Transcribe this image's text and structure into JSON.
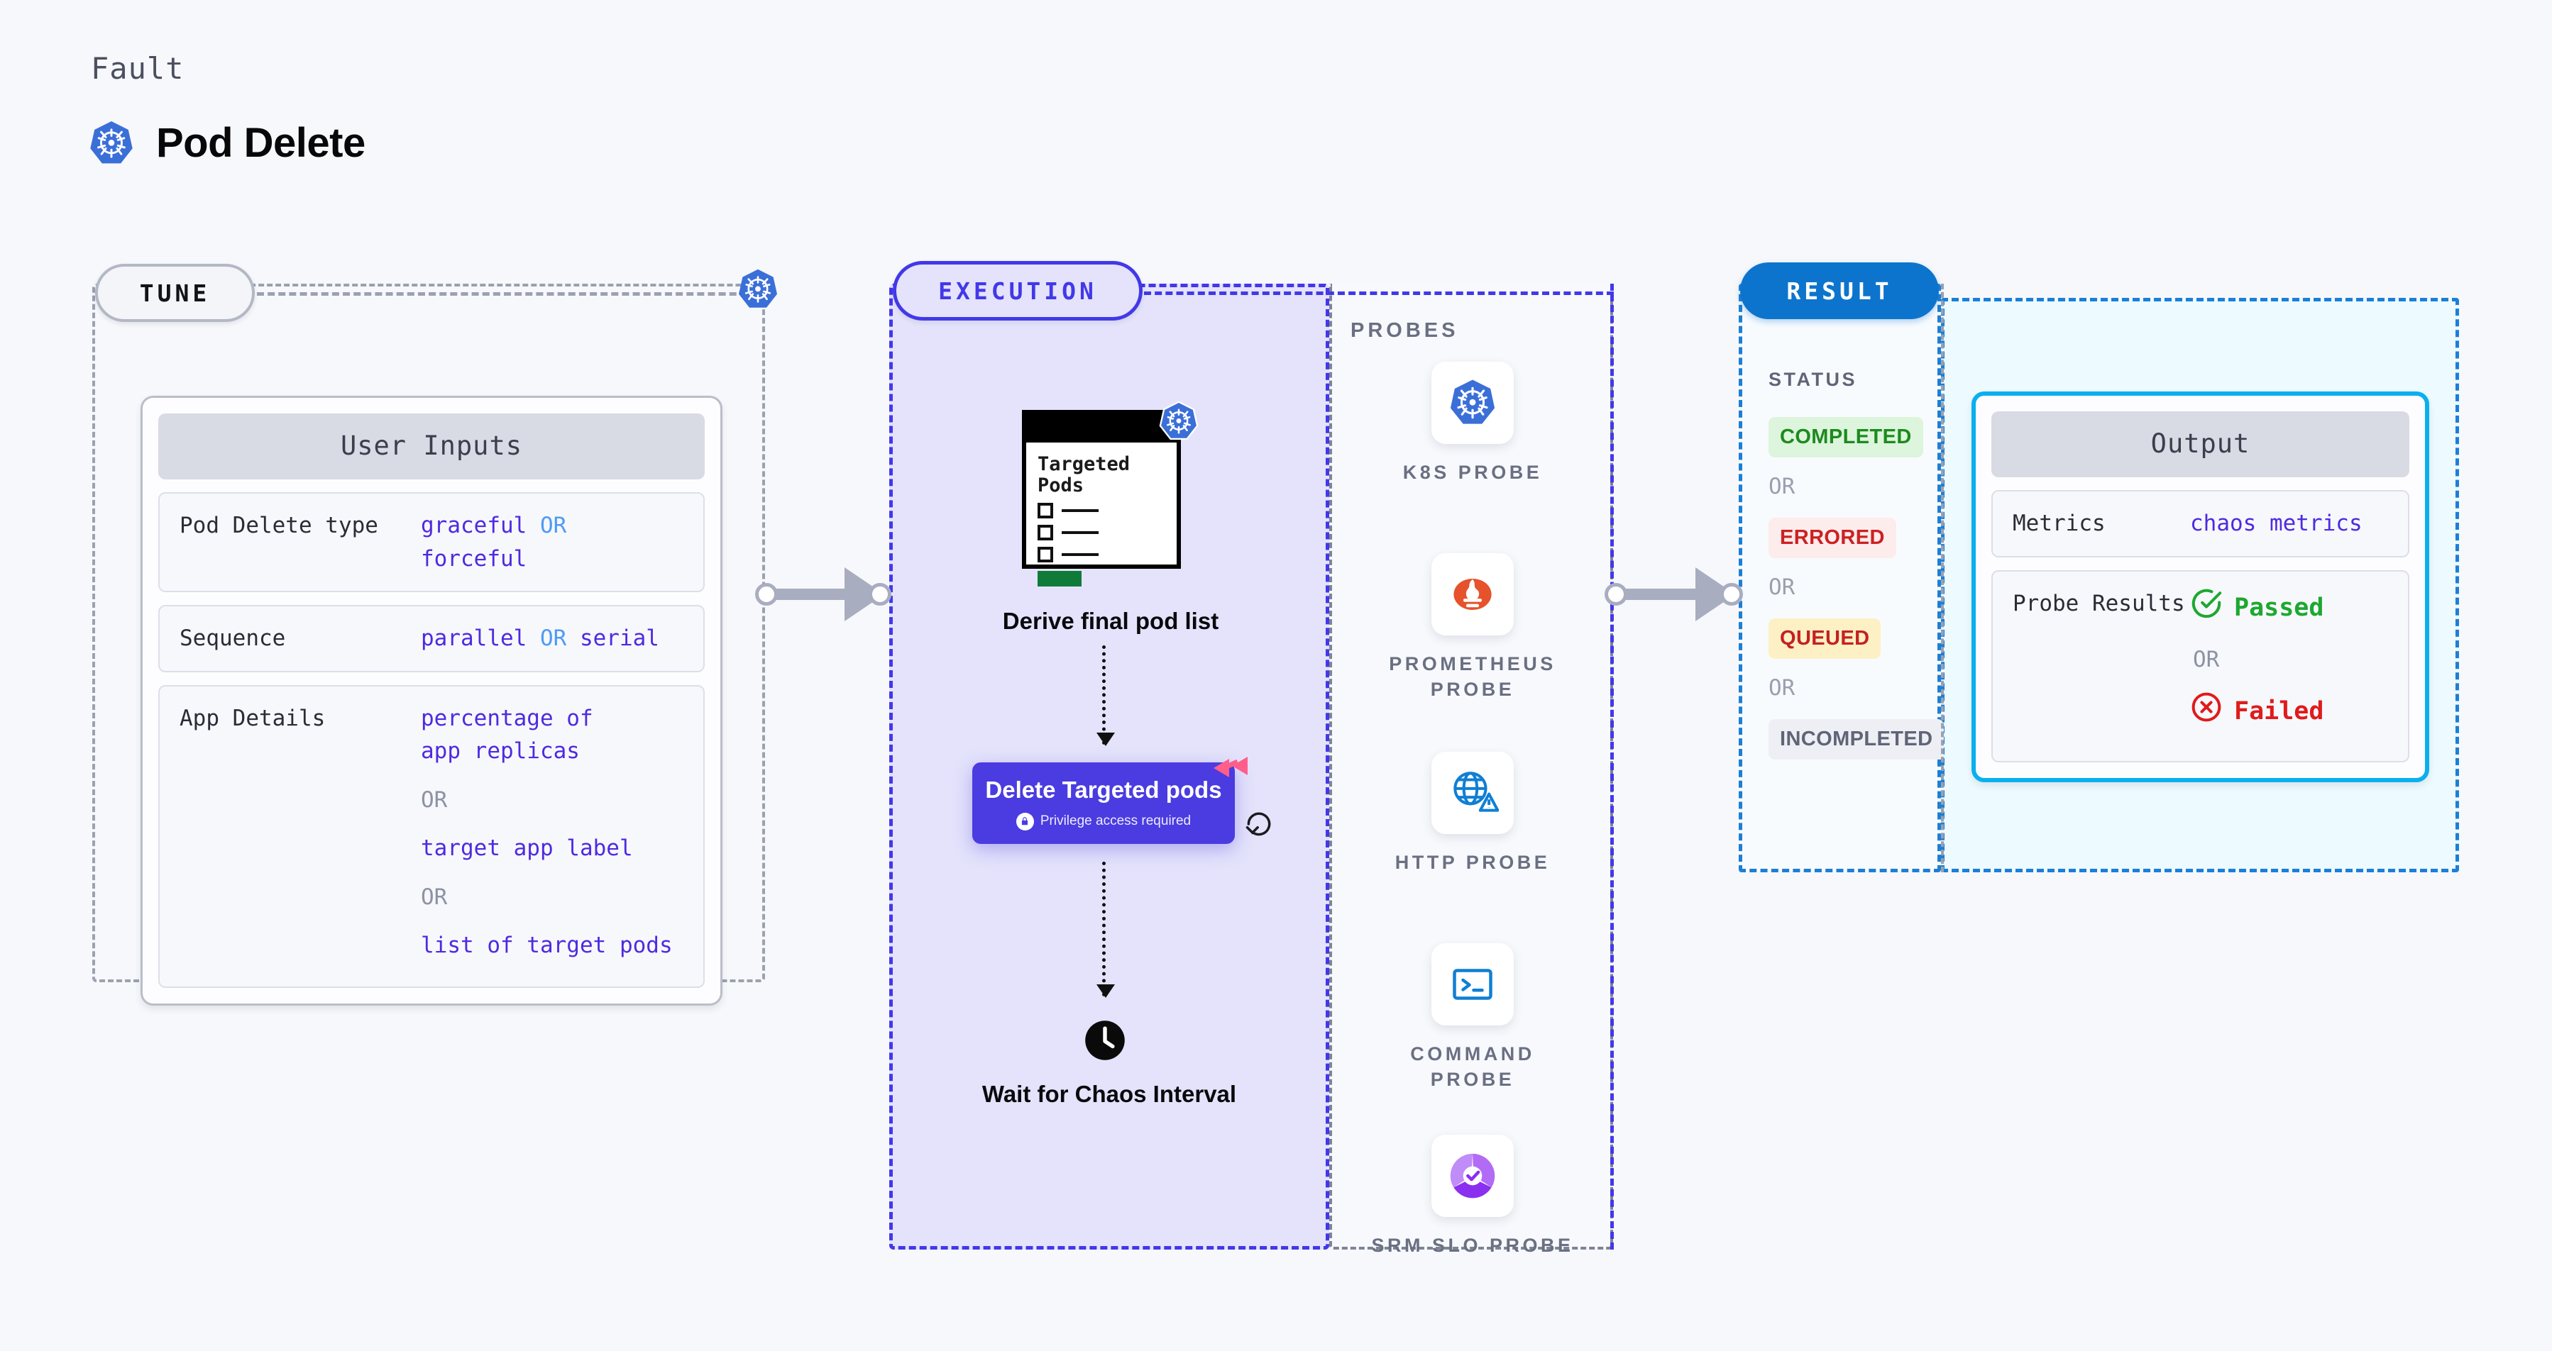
{
  "header": {
    "eyebrow": "Fault",
    "title": "Pod Delete",
    "icon": "kubernetes-icon"
  },
  "tune": {
    "badge": "TUNE",
    "k8s_icon": "kubernetes-icon",
    "panel_title": "User Inputs",
    "rows": [
      {
        "key": "Pod Delete type",
        "values": [
          "graceful",
          "forceful"
        ],
        "separator": "OR",
        "inline": true
      },
      {
        "key": "Sequence",
        "values": [
          "parallel",
          "serial"
        ],
        "separator": "OR",
        "inline": true
      },
      {
        "key": "App Details",
        "values": [
          "percentage of app replicas",
          "target app label",
          "list of target pods"
        ],
        "separator": "OR",
        "inline": false
      }
    ]
  },
  "connectors": [
    {
      "name": "tune-to-execution"
    },
    {
      "name": "execution-to-result"
    }
  ],
  "execution": {
    "badge": "EXECUTION",
    "nodes": [
      {
        "id": "derive",
        "label": "Derive final pod list",
        "card_title": "Targeted Pods",
        "icon": "kubernetes-icon"
      },
      {
        "id": "delete",
        "label": "Delete Targeted pods",
        "privilege": "Privilege access required",
        "lock_icon": "lock-icon",
        "brand_icon": "harness-logo",
        "retry_icon": "retry-icon"
      },
      {
        "id": "wait",
        "label": "Wait for Chaos Interval",
        "icon": "clock-icon"
      }
    ]
  },
  "probes": {
    "title": "PROBES",
    "items": [
      {
        "name": "K8S PROBE",
        "icon": "kubernetes-icon"
      },
      {
        "name": "PROMETHEUS PROBE",
        "icon": "prometheus-icon"
      },
      {
        "name": "HTTP PROBE",
        "icon": "globe-warning-icon"
      },
      {
        "name": "COMMAND PROBE",
        "icon": "terminal-icon"
      },
      {
        "name": "SRM SLO PROBE",
        "icon": "srm-slo-icon"
      }
    ]
  },
  "result": {
    "badge": "RESULT",
    "status_label": "STATUS",
    "or_label": "OR",
    "statuses": [
      {
        "label": "COMPLETED",
        "bg": "#dcf5dc",
        "fg": "#1d8a1d"
      },
      {
        "label": "ERRORED",
        "bg": "#fdecec",
        "fg": "#cc2121"
      },
      {
        "label": "QUEUED",
        "bg": "#fdf0c4",
        "fg": "#c42121"
      },
      {
        "label": "INCOMPLETED",
        "bg": "#eeeff4",
        "fg": "#5f6577"
      }
    ],
    "output": {
      "panel_title": "Output",
      "metrics_key": "Metrics",
      "metrics_value": "chaos metrics",
      "probe_results_key": "Probe Results",
      "passed": "Passed",
      "failed": "Failed",
      "or": "OR",
      "passed_icon": "check-circle-icon",
      "failed_icon": "x-circle-icon"
    }
  },
  "colors": {
    "page_bg": "#f7f8fb",
    "k8s_blue": "#3b6fd8",
    "execution_purple": "#4338e8",
    "execution_fill": "#e4e3fb",
    "result_blue": "#0d74cd",
    "output_cyan": "#0ab0ee",
    "harness_pink": "#ff5e8a",
    "value_purple": "#4f2ae0",
    "or_blue": "#4e9bf5",
    "passed_green": "#1da82f",
    "failed_red": "#e01b1b"
  }
}
